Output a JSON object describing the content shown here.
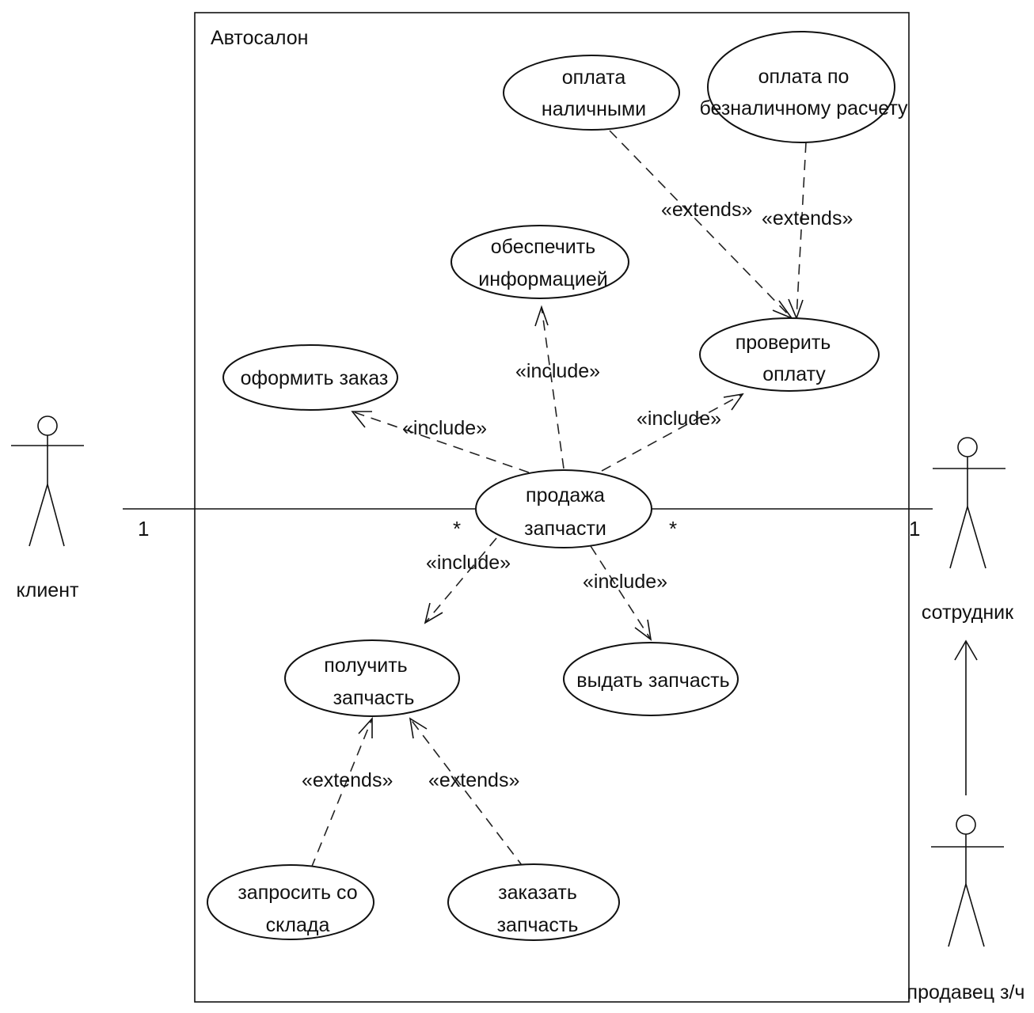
{
  "system": {
    "name": "Автосалон"
  },
  "actors": {
    "client": "клиент",
    "employee": "сотрудник",
    "seller": "продавец з/ч"
  },
  "use_cases": {
    "cash": [
      "оплата",
      "наличными"
    ],
    "cashless": [
      "оплата по",
      "безналичному расчету"
    ],
    "info": [
      "обеспечить",
      "информацией"
    ],
    "check": [
      "проверить",
      "оплату"
    ],
    "order": [
      "оформить заказ"
    ],
    "sale": [
      "продажа",
      "запчасти"
    ],
    "get": [
      "получить",
      "запчасть"
    ],
    "issue": [
      "выдать запчасть"
    ],
    "request": [
      "запросить со",
      "склада"
    ],
    "order_part": [
      "заказать",
      "запчасть"
    ]
  },
  "relations": {
    "cash_extends": "«extends»",
    "cashless_extends": "«extends»",
    "order_include": "«include»",
    "info_include": "«include»",
    "check_include": "«include»",
    "get_include": "«include»",
    "issue_include": "«include»",
    "request_extends": "«extends»",
    "order_part_extends": "«extends»"
  },
  "multiplicity": {
    "client_end": "1",
    "client_sale_end": "*",
    "employee_sale_end": "*",
    "employee_end": "1"
  }
}
